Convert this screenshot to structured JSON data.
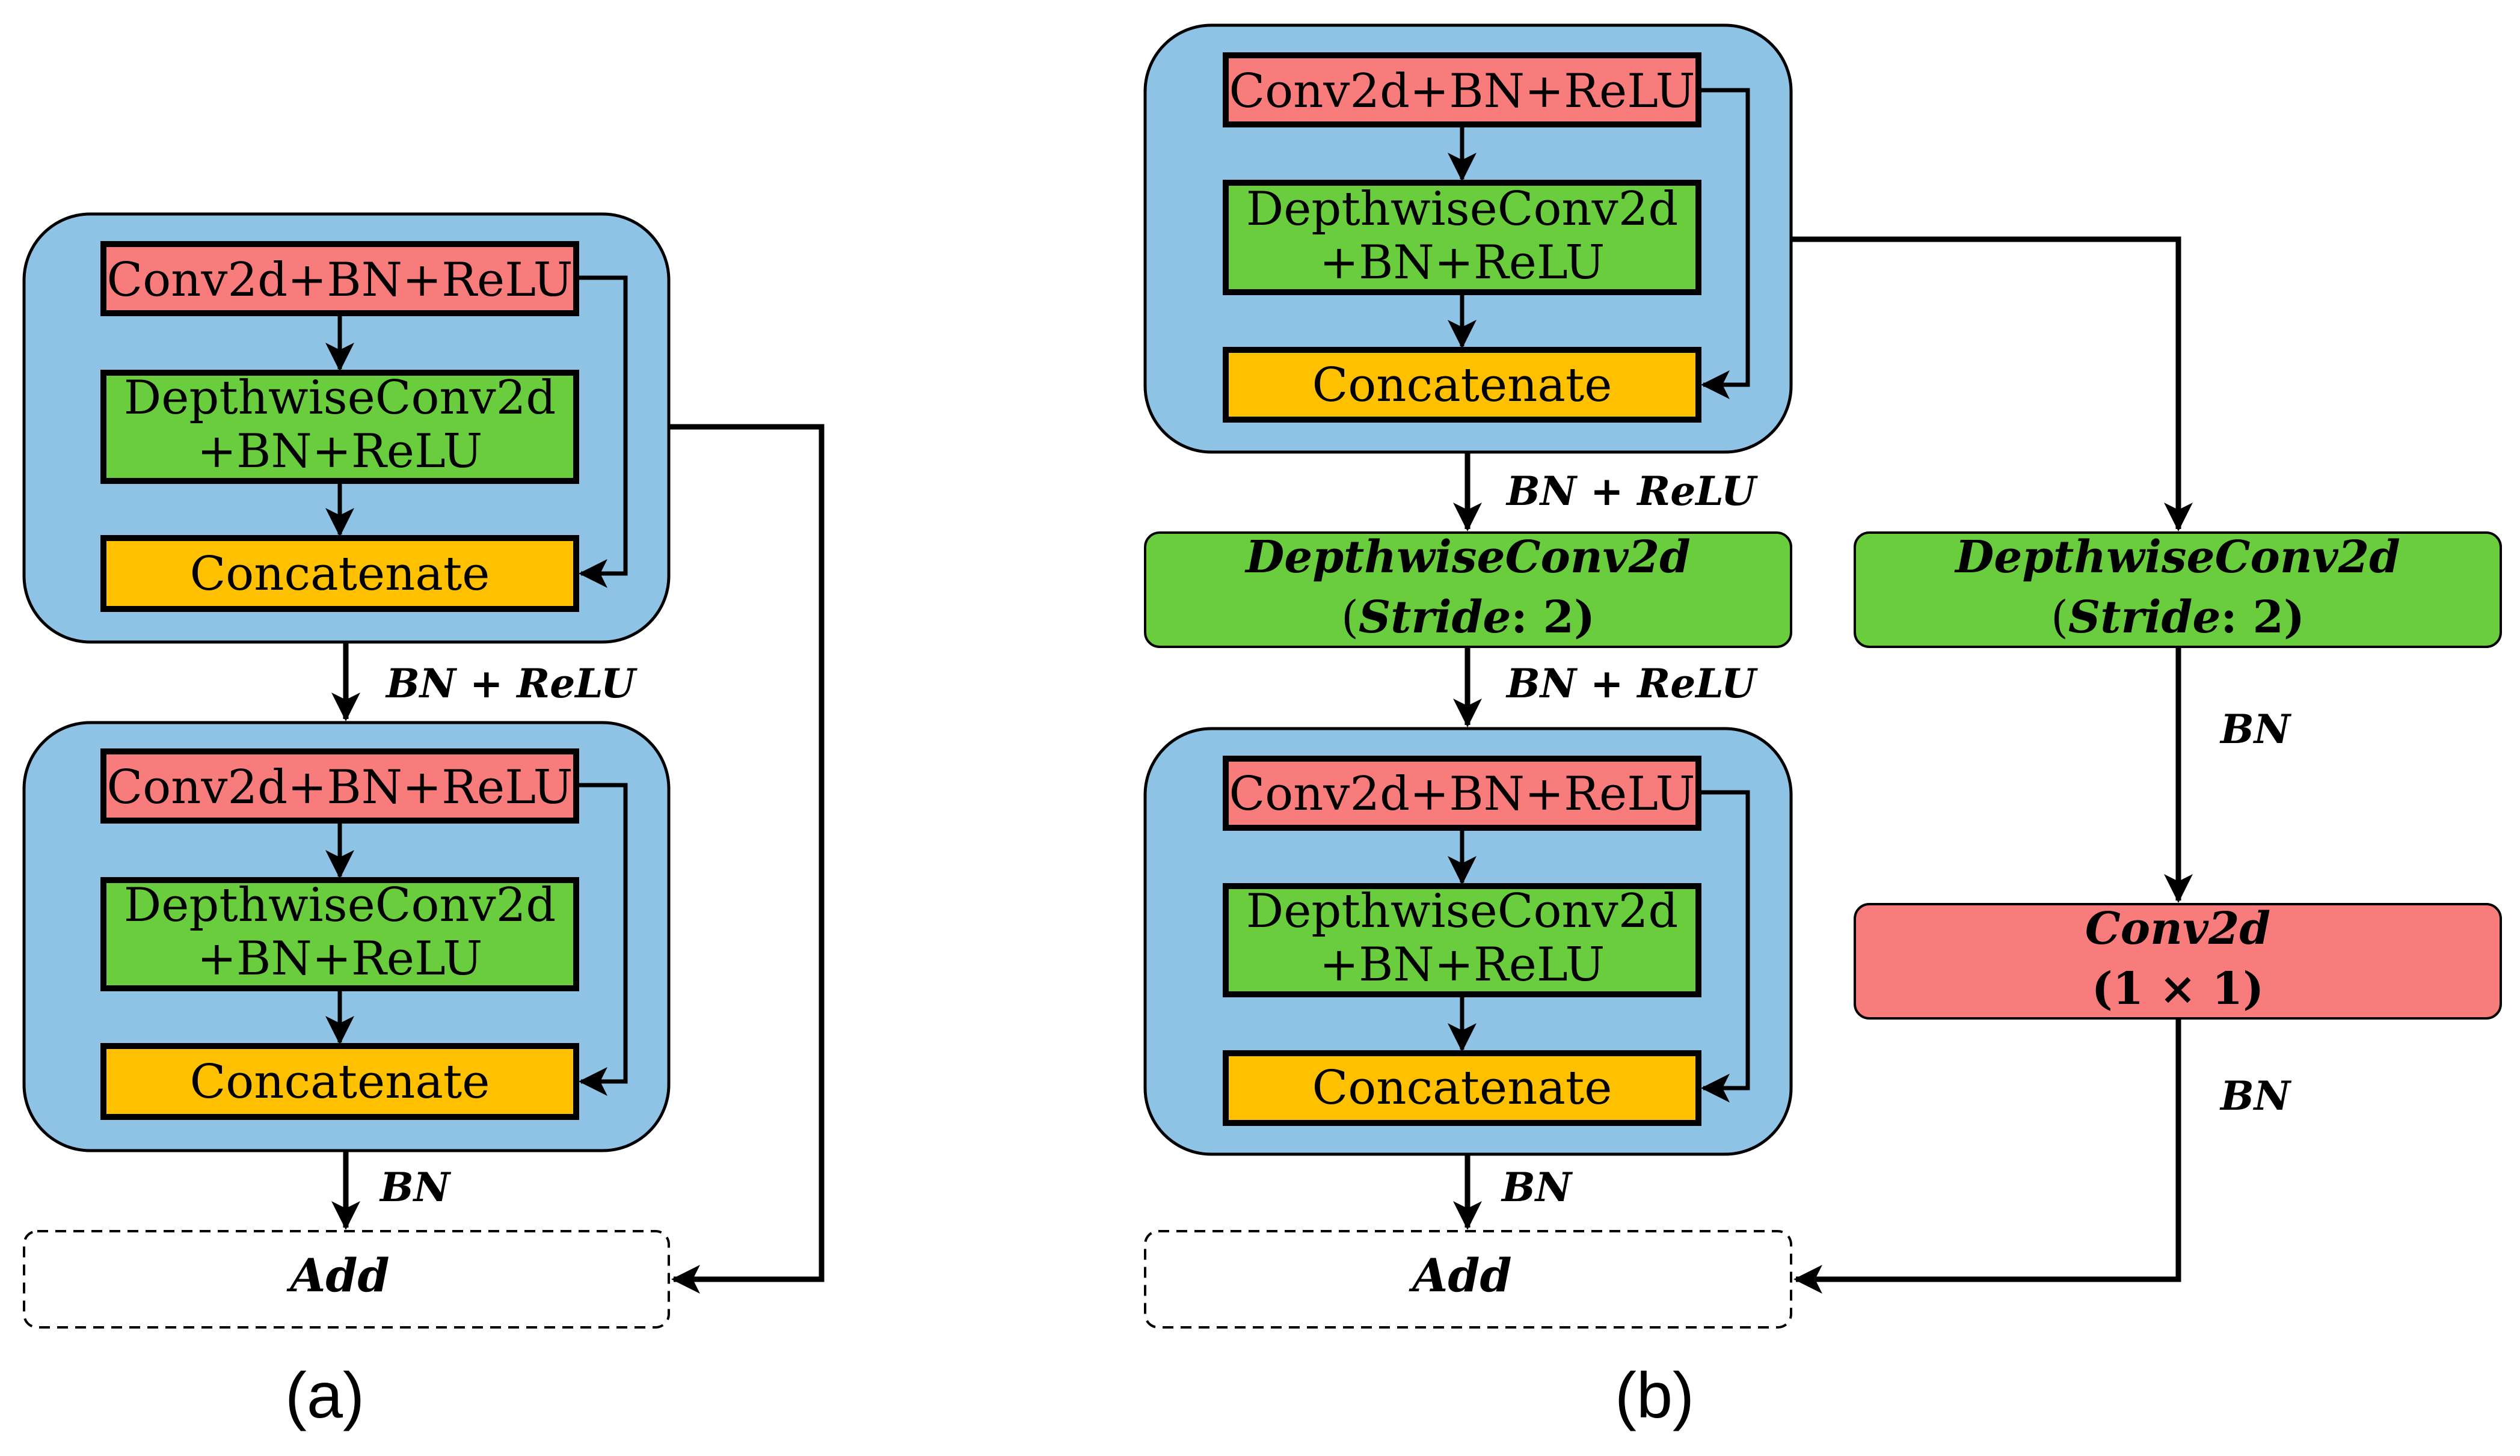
{
  "colors": {
    "container": "#8ec3e6",
    "conv": "#f87c7c",
    "depthwise": "#6acd3d",
    "concat": "#ffc000",
    "stroke": "#000000",
    "add_bg": "#ffffff"
  },
  "panel_a": {
    "caption": "(a)",
    "block1": {
      "conv": "Conv2d+BN+ReLU",
      "dw_line1": "DepthwiseConv2d",
      "dw_line2": "+BN+ReLU",
      "concat": "Concatenate"
    },
    "edge1_label": "BN + ReLU",
    "block2": {
      "conv": "Conv2d+BN+ReLU",
      "dw_line1": "DepthwiseConv2d",
      "dw_line2": "+BN+ReLU",
      "concat": "Concatenate"
    },
    "edge2_label": "BN",
    "add": "Add"
  },
  "panel_b": {
    "caption": "(b)",
    "block1": {
      "conv": "Conv2d+BN+ReLU",
      "dw_line1": "DepthwiseConv2d",
      "dw_line2": "+BN+ReLU",
      "concat": "Concatenate"
    },
    "edge1_label": "BN + ReLU",
    "dw_stride_main": {
      "line1": "DepthwiseConv2d",
      "line2_open": "(",
      "line2_stride": "Stride",
      "line2_rest": ": 2)"
    },
    "edge2_label": "BN + ReLU",
    "block2": {
      "conv": "Conv2d+BN+ReLU",
      "dw_line1": "DepthwiseConv2d",
      "dw_line2": "+BN+ReLU",
      "concat": "Concatenate"
    },
    "edge3_label": "BN",
    "add": "Add",
    "shortcut": {
      "dw_line1": "DepthwiseConv2d",
      "dw_line2_open": "(",
      "dw_line2_stride": "Stride",
      "dw_line2_rest": ": 2)",
      "edge1_label": "BN",
      "conv_line1": "Conv2d",
      "conv_line2": "(1 × 1)",
      "edge2_label": "BN"
    }
  }
}
